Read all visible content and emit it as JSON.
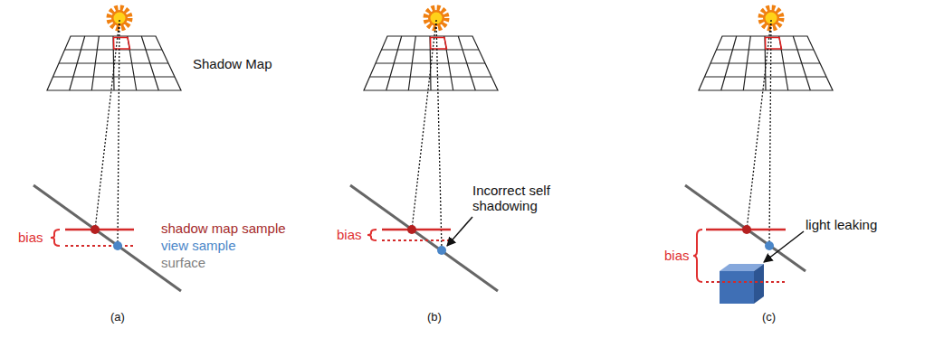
{
  "diagram": {
    "labels": [
      "Shadow Map",
      "bias",
      "shadow map sample",
      "view sample",
      "surface",
      "(a)",
      "Incorrect self shadowing",
      "bias",
      "(b)",
      "light leaking",
      "bias",
      "(c)"
    ]
  }
}
